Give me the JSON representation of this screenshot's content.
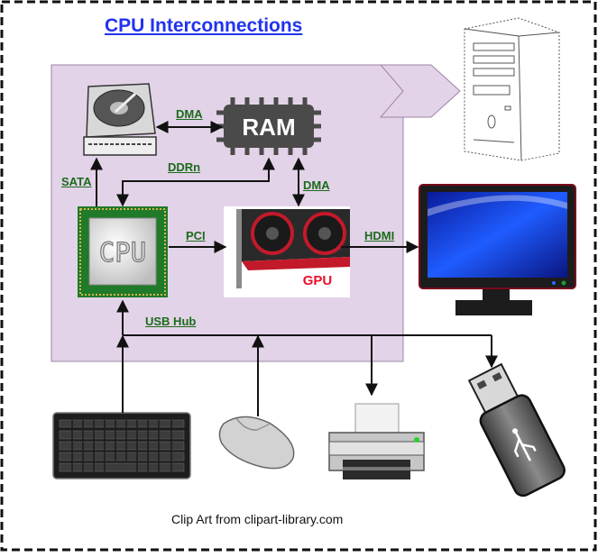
{
  "title": "CPU Interconnections",
  "nodes": {
    "ram": "RAM",
    "cpu": "CPU",
    "gpu": "GPU"
  },
  "links": {
    "dma_disk_ram": "DMA",
    "ddrn": "DDRn",
    "dma_ram_gpu": "DMA",
    "sata": "SATA",
    "pci": "PCI",
    "hdmi": "HDMI",
    "usb_hub": "USB Hub"
  },
  "credit": "Clip Art from clipart-library.com",
  "colors": {
    "title": "#2233ee",
    "link_label": "#1a6b1a",
    "board": "#e3d3e8",
    "gpu_label": "#e8102a"
  },
  "icons": {
    "computer": "tower-pc-icon",
    "disk": "hard-drive-icon",
    "ram": "ram-chip-icon",
    "cpu": "cpu-chip-icon",
    "gpu": "graphics-card-icon",
    "monitor": "monitor-icon",
    "keyboard": "keyboard-icon",
    "mouse": "mouse-icon",
    "printer": "printer-icon",
    "usb": "usb-stick-icon"
  }
}
